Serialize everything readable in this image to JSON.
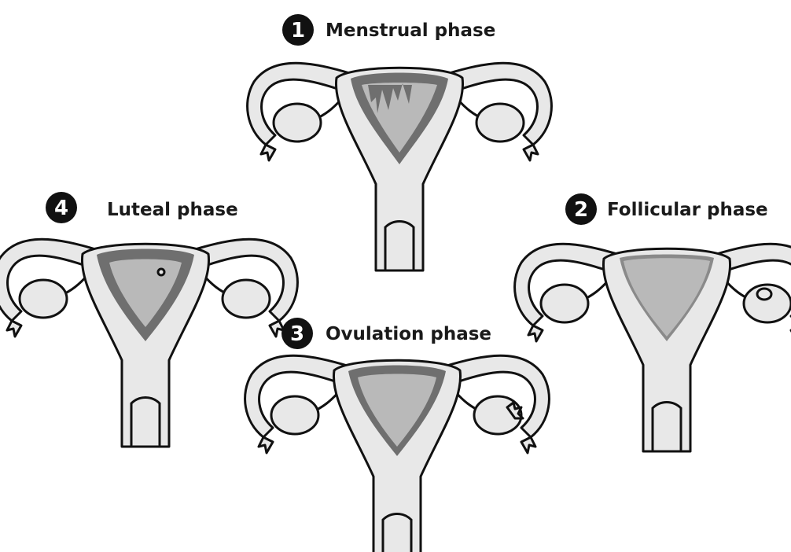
{
  "phases": [
    {
      "number": "1",
      "label": "Menstrual phase"
    },
    {
      "number": "2",
      "label": "Follicular phase"
    },
    {
      "number": "3",
      "label": "Ovulation phase"
    },
    {
      "number": "4",
      "label": "Luteal phase"
    }
  ],
  "colors": {
    "tissue": "#e8e8e8",
    "cavity": "#b9b9b9",
    "lining": "#6f6f6f",
    "outline": "#111111",
    "badge": "#111111"
  }
}
